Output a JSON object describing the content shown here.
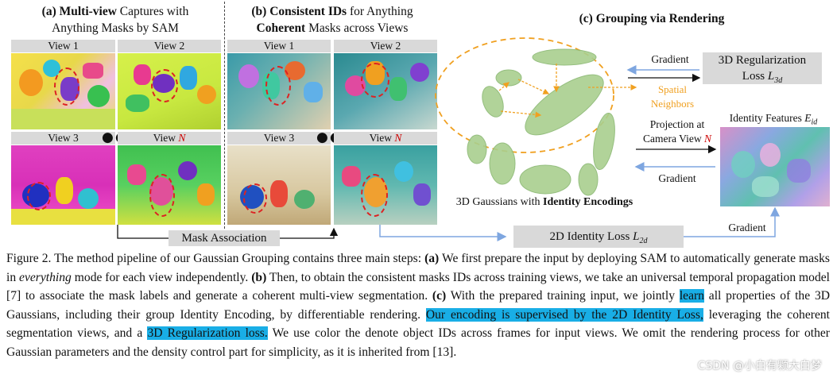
{
  "panel_a": {
    "title_bold": "(a) Multi-view",
    "title_rest": " Captures with",
    "title_line2": "Anything Masks by SAM",
    "view1": "View 1",
    "view2": "View 2",
    "view3": "View 3",
    "viewN_prefix": "View ",
    "viewN_var": "N"
  },
  "panel_b": {
    "title_bold": "(b) Consistent IDs",
    "title_rest": " for Anything",
    "title2_bold": "Coherent",
    "title2_rest": " Masks across Views",
    "view1": "View 1",
    "view2": "View 2",
    "view3": "View 3",
    "viewN_prefix": "View ",
    "viewN_var": "N"
  },
  "panel_c": {
    "title": "(c) Grouping via Rendering",
    "gradient_top": "Gradient",
    "reg_loss_line1": "3D Regularization",
    "reg_loss_line2": "Loss ",
    "reg_loss_var": "L",
    "reg_loss_sub": "3d",
    "spatial_line1": "Spatial",
    "spatial_line2": "Neighbors",
    "proj_line1": "Projection at",
    "proj_line2": "Camera View ",
    "proj_var": "N",
    "id_feat": "Identity Features ",
    "id_feat_var": "E",
    "id_feat_sub": "id",
    "gradient_mid": "Gradient",
    "gaussians_plain": "3D Gaussians with ",
    "gaussians_bold": "Identity Encodings",
    "gradient_bottom": "Gradient",
    "id_loss": "2D Identity Loss ",
    "id_loss_var": "L",
    "id_loss_sub": "2d"
  },
  "mask_association": "Mask Association",
  "dots": "●●●",
  "caption": {
    "p1": "Figure 2.  The method pipeline of our Gaussian Grouping contains three main steps: ",
    "a": "(a)",
    "p2": " We first prepare the input by deploying SAM to automatically generate masks in ",
    "everything": "everything",
    "p3": " mode for each view independently. ",
    "b": "(b)",
    "p4": " Then, to obtain the consistent masks IDs across training views, we take an universal temporal propagation model [7] to associate the mask labels and generate a coherent multi-view segmentation. ",
    "c": "(c)",
    "p5": " With the prepared training input, we jointly ",
    "learn": "learn",
    "p6": " all properties of the 3D Gaussians, including their group Identity Encoding, by differentiable rendering. ",
    "hl1": "Our encoding is supervised by the 2D Identity Loss,",
    "p7": " leveraging the coherent segmentation views, and a ",
    "hl2": "3D Regularization loss.",
    "p8": " We use color the denote object IDs across frames for input views. We omit the rendering process for other Gaussian parameters and the density control part for simplicity, as it is inherited from [13]."
  },
  "watermark": "CSDN @小白有颗大白梦",
  "colors": {
    "highlight": "#19aee6",
    "view_red": "#cc0000",
    "arrow_blue": "#7ea6e0",
    "gaussian_green": "#a9cf8e"
  }
}
